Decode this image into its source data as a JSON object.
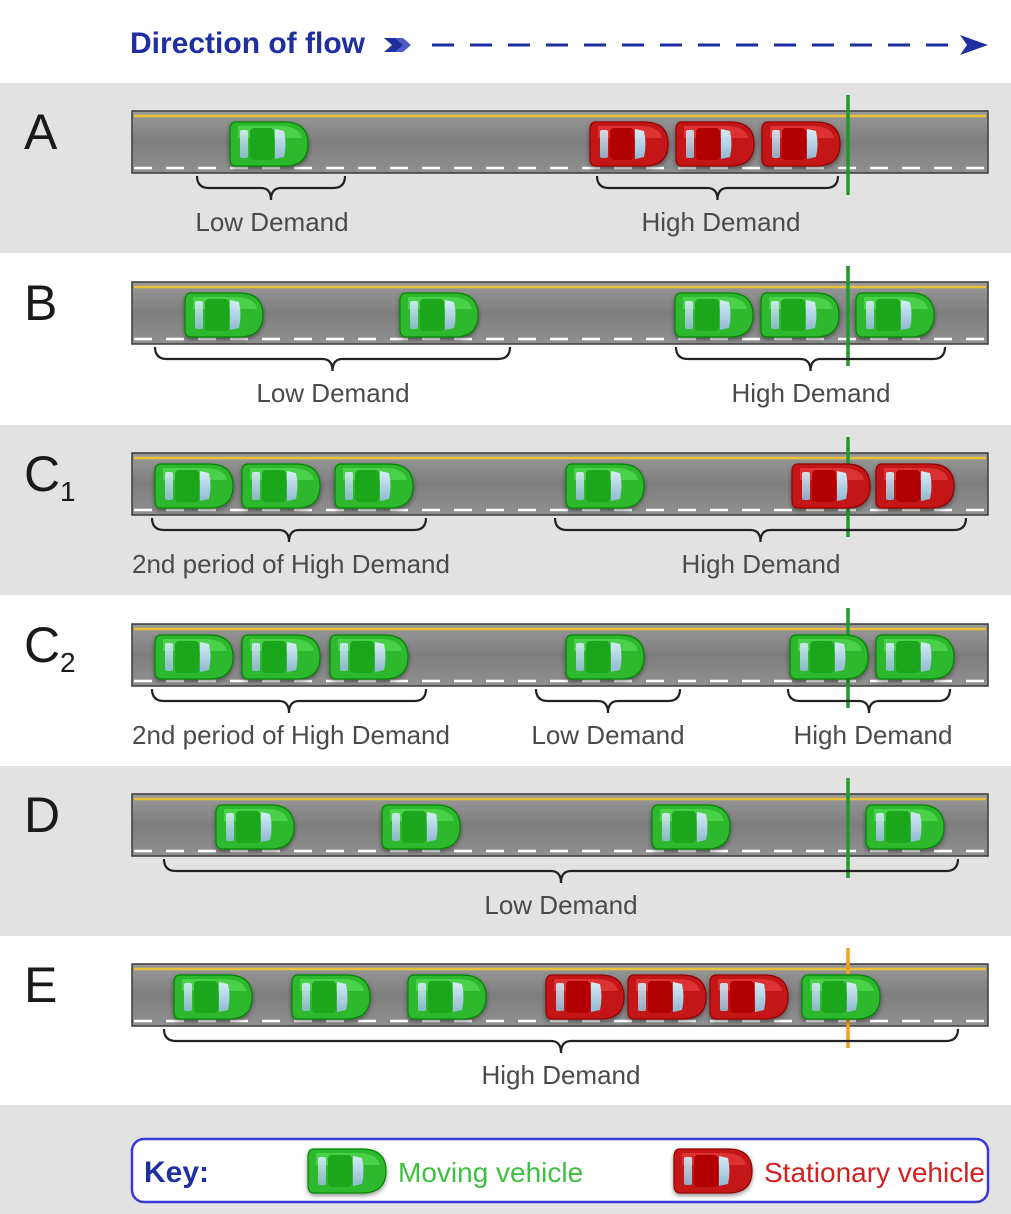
{
  "header": {
    "title": "Direction of flow"
  },
  "colors": {
    "moving": "#2fb82f",
    "stationary": "#c41818",
    "road": "#8a8a8a",
    "band": "#e2e2e2",
    "accent": "#1f2fa0",
    "signal_green": "#1d9a2a",
    "signal_amber": "#f0a020"
  },
  "rows": [
    {
      "letter": "A",
      "sub": "",
      "signal": "green",
      "vehicles": [
        {
          "state": "moving"
        },
        {
          "state": "stationary"
        },
        {
          "state": "stationary"
        },
        {
          "state": "stationary"
        }
      ],
      "labels": [
        "Low Demand",
        "High Demand"
      ]
    },
    {
      "letter": "B",
      "sub": "",
      "signal": "green",
      "vehicles": [
        {
          "state": "moving"
        },
        {
          "state": "moving"
        },
        {
          "state": "moving"
        },
        {
          "state": "moving"
        },
        {
          "state": "moving"
        }
      ],
      "labels": [
        "Low Demand",
        "High Demand"
      ]
    },
    {
      "letter": "C",
      "sub": "1",
      "signal": "green",
      "vehicles": [
        {
          "state": "moving"
        },
        {
          "state": "moving"
        },
        {
          "state": "moving"
        },
        {
          "state": "moving"
        },
        {
          "state": "stationary"
        },
        {
          "state": "stationary"
        }
      ],
      "labels": [
        "2nd period of High Demand",
        "High Demand"
      ]
    },
    {
      "letter": "C",
      "sub": "2",
      "signal": "green",
      "vehicles": [
        {
          "state": "moving"
        },
        {
          "state": "moving"
        },
        {
          "state": "moving"
        },
        {
          "state": "moving"
        },
        {
          "state": "moving"
        },
        {
          "state": "moving"
        }
      ],
      "labels": [
        "2nd period of High Demand",
        "Low Demand",
        "High Demand"
      ]
    },
    {
      "letter": "D",
      "sub": "",
      "signal": "green",
      "vehicles": [
        {
          "state": "moving"
        },
        {
          "state": "moving"
        },
        {
          "state": "moving"
        },
        {
          "state": "moving"
        }
      ],
      "labels": [
        "Low Demand"
      ]
    },
    {
      "letter": "E",
      "sub": "",
      "signal": "amber",
      "vehicles": [
        {
          "state": "moving"
        },
        {
          "state": "moving"
        },
        {
          "state": "moving"
        },
        {
          "state": "stationary"
        },
        {
          "state": "stationary"
        },
        {
          "state": "stationary"
        },
        {
          "state": "moving"
        }
      ],
      "labels": [
        "High Demand"
      ]
    }
  ],
  "key": {
    "title": "Key:",
    "moving_label": "Moving vehicle",
    "stationary_label": "Stationary vehicle"
  }
}
